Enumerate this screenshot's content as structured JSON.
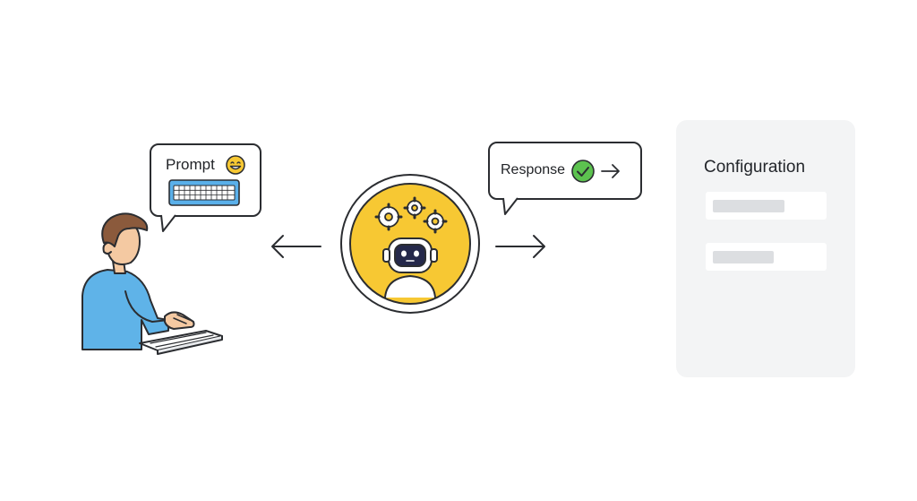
{
  "prompt_bubble": {
    "label": "Prompt",
    "emoji_icon": "grinning-face-icon",
    "keyboard_icon": "keyboard-icon"
  },
  "response_bubble": {
    "label": "Response",
    "status_icon": "check-circle-icon",
    "arrow_icon": "arrow-right-icon"
  },
  "assistant": {
    "icon": "robot-icon",
    "gears_icon": "gears-icon"
  },
  "user_figure": {
    "icon": "person-typing-icon"
  },
  "flow": {
    "left_arrow": "arrow-left-icon",
    "right_arrow": "arrow-right-icon"
  },
  "configuration_panel": {
    "title": "Configuration",
    "fields": [
      "",
      ""
    ]
  },
  "colors": {
    "outline": "#2b2d31",
    "robot_circle": "#f7c833",
    "keyboard_blue": "#5ab0ea",
    "check_green": "#5cc24f",
    "shirt_blue": "#5fb3e8",
    "skin": "#f4c9a2",
    "hair": "#8b5a3c",
    "card_bg": "#f3f4f5"
  }
}
